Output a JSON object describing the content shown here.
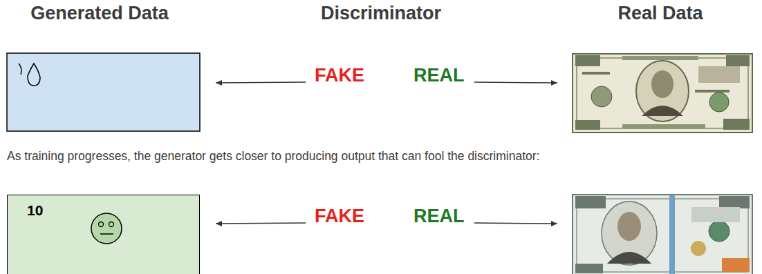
{
  "diagram": {
    "nodes": [
      {
        "text": [
          "10"
        ]
      }
    ],
    "labels": [
      "Generated Data",
      "Discriminator",
      "Real Data",
      "FAKE",
      "REAL",
      "As training progresses, the generator gets closer to producing output that can fool the discriminator:",
      "FAKE",
      "REAL"
    ]
  }
}
